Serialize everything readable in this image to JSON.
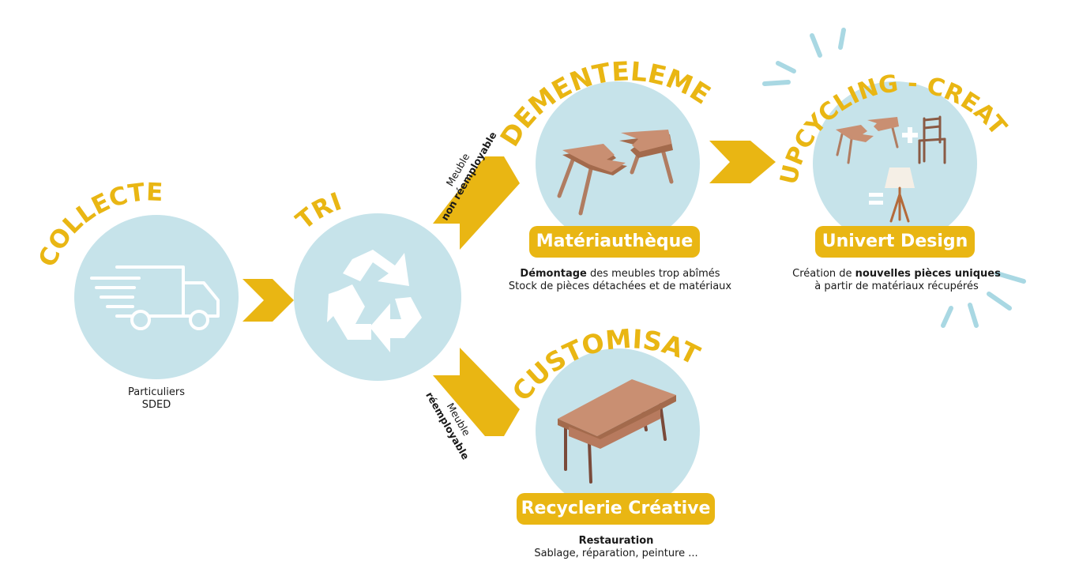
{
  "colors": {
    "circle": "#c6e3ea",
    "accent": "#e9b613",
    "wood": "#c98f72",
    "wood_dark": "#a36a4c",
    "legs": "#b07c61",
    "ray": "#a9d8e3"
  },
  "steps": {
    "collecte": {
      "title": "COLLECTE",
      "icon": "delivery-truck-icon",
      "line1": "Particuliers",
      "line2": "SDED"
    },
    "tri": {
      "title": "TRI",
      "icon": "recycle-icon"
    },
    "dementelement": {
      "title": "DEMENTELEMENT",
      "icon": "broken-table-icon",
      "badge": "Matériauthèque",
      "line1_bold": "Démontage",
      "line1_rest": " des meubles trop abîmés",
      "line2": "Stock de pièces détachées et de matériaux"
    },
    "upcycling": {
      "title": "UPCYCLING - CREATION",
      "icon": "upcycling-formula-icon",
      "plus": "+",
      "equals": "=",
      "badge": "Univert Design",
      "line1_pre": "Création de ",
      "line1_bold": "nouvelles pièces uniques",
      "line2": "à partir de matériaux récupérés"
    },
    "customisation": {
      "title": "CUSTOMISATION",
      "icon": "desk-icon",
      "badge": "Recyclerie Créative",
      "line1_bold": "Restauration",
      "line2": "Sablage, réparation, peinture ..."
    }
  },
  "branches": {
    "up": {
      "line1": "Meuble",
      "line2": "non réemployable"
    },
    "down": {
      "line1": "Meuble",
      "line2": "réemployable"
    }
  }
}
